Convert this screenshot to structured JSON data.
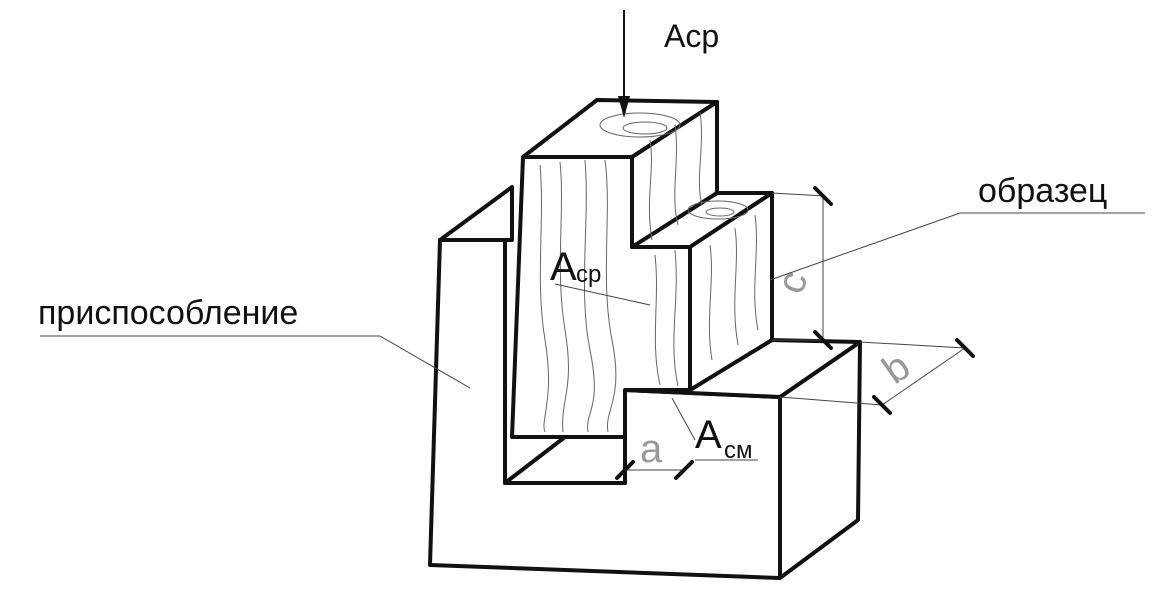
{
  "labels": {
    "top_load": "Aср",
    "fixture": "приспособление",
    "specimen": "образец",
    "shear_area_main": "A",
    "shear_area_sub": "ср",
    "crush_area_main": "A",
    "crush_area_sub": "см"
  },
  "dimensions": {
    "a": "a",
    "b": "b",
    "c": "c"
  }
}
